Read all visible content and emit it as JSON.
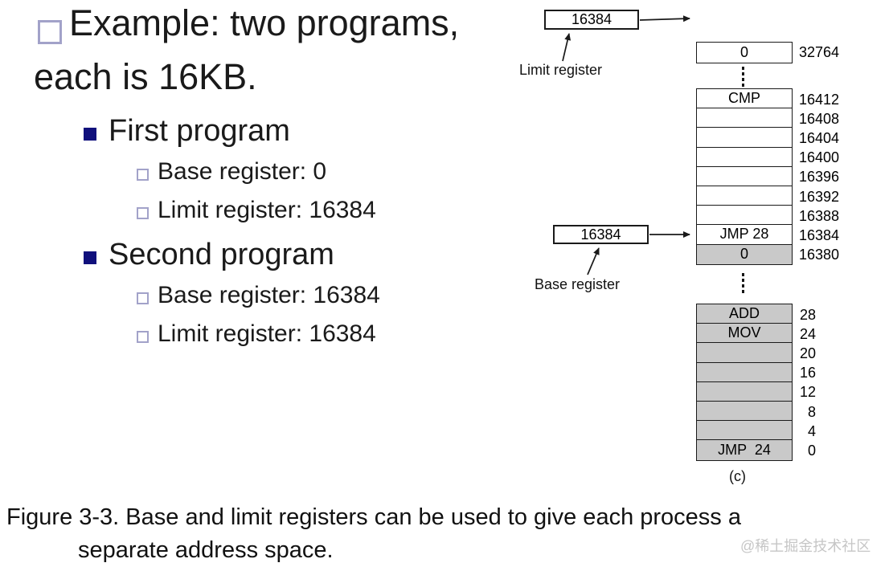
{
  "slide": {
    "title": {
      "line1": "Example: two programs,",
      "line2": "each is 16KB."
    },
    "programs": [
      {
        "name": "First program",
        "items": [
          "Base register: 0",
          "Limit register: 16384"
        ]
      },
      {
        "name": "Second program",
        "items": [
          "Base register: 16384",
          "Limit register: 16384"
        ]
      }
    ],
    "bullet_colors": {
      "level1_border": "#a2a2c9",
      "level2_fill": "#10107c",
      "level3_border": "#a2a2c9"
    }
  },
  "diagram": {
    "limit_register": {
      "value": "16384",
      "label": "Limit register"
    },
    "base_register": {
      "value": "16384",
      "label": "Base register"
    },
    "memory": {
      "shade_color": "#c9c9c9",
      "top_cell": {
        "content": "0",
        "address": "32764"
      },
      "upper_rows": [
        {
          "content": "CMP",
          "address": "16412",
          "shaded": false
        },
        {
          "content": "",
          "address": "16408",
          "shaded": false
        },
        {
          "content": "",
          "address": "16404",
          "shaded": false
        },
        {
          "content": "",
          "address": "16400",
          "shaded": false
        },
        {
          "content": "",
          "address": "16396",
          "shaded": false
        },
        {
          "content": "",
          "address": "16392",
          "shaded": false
        },
        {
          "content": "",
          "address": "16388",
          "shaded": false
        },
        {
          "content": "JMP 28",
          "address": "16384",
          "shaded": false
        },
        {
          "content": "0",
          "address": "16380",
          "shaded": true
        }
      ],
      "lower_rows": [
        {
          "content": "ADD",
          "address": "28",
          "shaded": true
        },
        {
          "content": "MOV",
          "address": "24",
          "shaded": true
        },
        {
          "content": "",
          "address": "20",
          "shaded": true
        },
        {
          "content": "",
          "address": "16",
          "shaded": true
        },
        {
          "content": "",
          "address": "12",
          "shaded": true
        },
        {
          "content": "",
          "address": "8",
          "shaded": true
        },
        {
          "content": "",
          "address": "4",
          "shaded": true
        },
        {
          "content": "JMP  24",
          "address": "0",
          "shaded": true
        }
      ]
    },
    "sublabel": "(c)"
  },
  "caption": {
    "line1": "Figure 3-3. Base and limit registers can be used to give each process a",
    "line2": "separate address space."
  },
  "watermark": "@稀土掘金技术社区"
}
